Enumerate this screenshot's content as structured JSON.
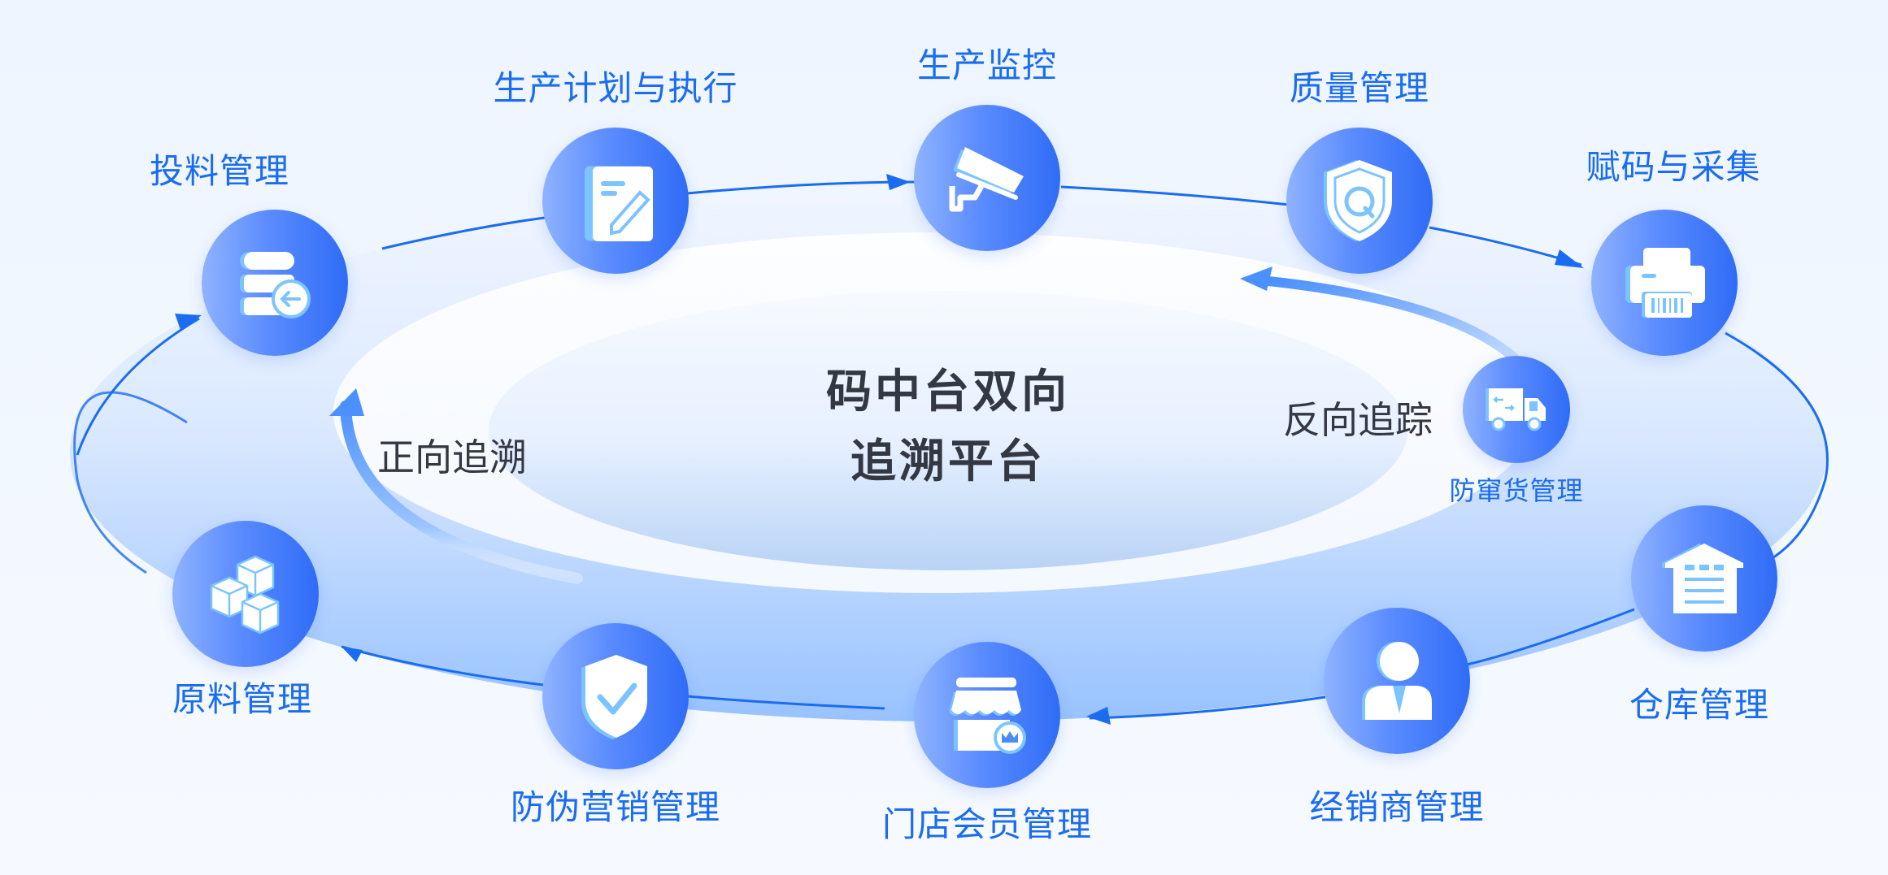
{
  "center": {
    "title_line1": "码中台双向",
    "title_line2": "追溯平台"
  },
  "flows": {
    "forward": "正向追溯",
    "reverse": "反向追踪"
  },
  "nodes": [
    {
      "id": "feeding",
      "label": "投料管理",
      "icon": "database-arrow-icon"
    },
    {
      "id": "production-plan",
      "label": "生产计划与执行",
      "icon": "document-edit-icon"
    },
    {
      "id": "production-monitor",
      "label": "生产监控",
      "icon": "security-camera-icon"
    },
    {
      "id": "quality",
      "label": "质量管理",
      "icon": "shield-q-icon"
    },
    {
      "id": "coding",
      "label": "赋码与采集",
      "icon": "barcode-printer-icon"
    },
    {
      "id": "anti-diversion",
      "label": "防窜货管理",
      "icon": "delivery-truck-icon"
    },
    {
      "id": "warehouse",
      "label": "仓库管理",
      "icon": "warehouse-icon"
    },
    {
      "id": "dealer",
      "label": "经销商管理",
      "icon": "businessman-icon"
    },
    {
      "id": "store-member",
      "label": "门店会员管理",
      "icon": "store-crown-icon"
    },
    {
      "id": "anti-counterfeit",
      "label": "防伪营销管理",
      "icon": "shield-check-icon"
    },
    {
      "id": "raw-material",
      "label": "原料管理",
      "icon": "boxes-icon"
    }
  ],
  "colors": {
    "accent": "#1a6cf0",
    "node_gradient_start": "#8fb3ff",
    "node_gradient_end": "#2f6cf6",
    "ring_light": "#eaf2ff",
    "ring_dark": "#a9ccff",
    "text_dark": "#333842"
  }
}
